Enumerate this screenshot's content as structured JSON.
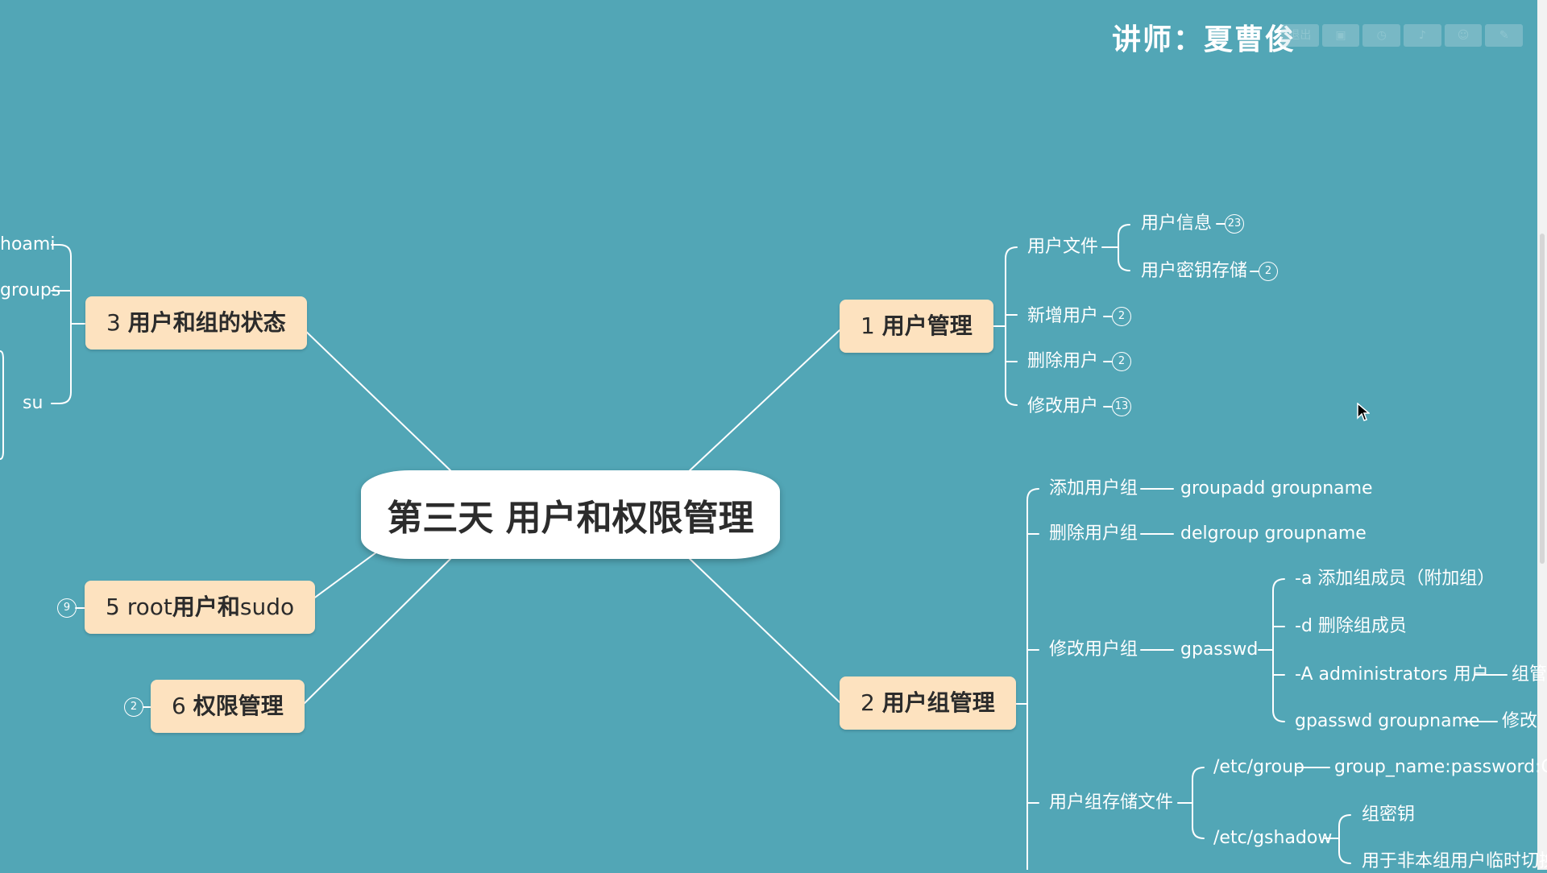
{
  "header": {
    "instructor": "讲师：夏曹俊"
  },
  "toolbar": {
    "items": [
      "exit-icon",
      "screen-icon",
      "clock-icon",
      "music-icon",
      "face-icon",
      "pin-icon"
    ],
    "exit_label": "退出"
  },
  "central": {
    "title": "第三天 用户和权限管理"
  },
  "topics": {
    "t1": {
      "num": "1",
      "label": "用户管理"
    },
    "t2": {
      "num": "2",
      "label": "用户组管理"
    },
    "t3": {
      "num": "3",
      "label": "用户和组的状态"
    },
    "t5": {
      "num": "5",
      "pre": "root",
      "mid": "用户和",
      "post": "sudo",
      "badge": "9"
    },
    "t6": {
      "num": "6",
      "label": "权限管理",
      "badge": "2"
    }
  },
  "t1_children": {
    "user_file": "用户文件",
    "user_info": "用户信息",
    "user_info_badge": "23",
    "user_pwd": "用户密钥存储",
    "user_pwd_badge": "2",
    "add_user": "新增用户",
    "add_user_badge": "2",
    "del_user": "删除用户",
    "del_user_badge": "2",
    "mod_user": "修改用户",
    "mod_user_badge": "13"
  },
  "t2_children": {
    "add_group": "添加用户组",
    "add_group_cmd": "groupadd groupname",
    "del_group": "删除用户组",
    "del_group_cmd": "delgroup groupname",
    "mod_group": "修改用户组",
    "mod_group_cmd": "gpasswd",
    "opt_a": "-a 添加组成员（附加组）",
    "opt_d": "-d 删除组成员",
    "opt_A": "-A administrators 用户",
    "opt_A_tail": "组管",
    "opt_g": "gpasswd groupname",
    "opt_g_tail": "修改",
    "storage": "用户组存储文件",
    "etc_group": "/etc/group",
    "etc_group_fmt": "group_name:password:GID",
    "etc_gshadow": "/etc/gshadow",
    "gkey": "组密钥",
    "gtemp": "用于非本组用户临时切换"
  },
  "t3_children": {
    "whoami": "hoami",
    "groups": "groups",
    "su": "su"
  }
}
